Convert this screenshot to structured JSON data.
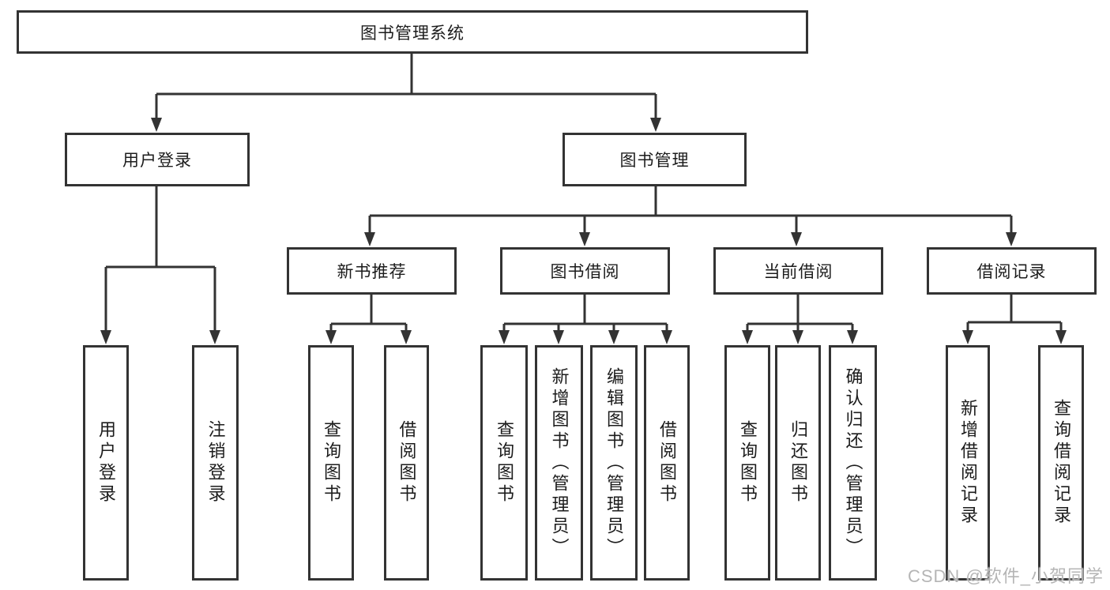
{
  "diagram": {
    "root": {
      "label": "图书管理系统"
    },
    "level2": [
      {
        "label": "用户登录"
      },
      {
        "label": "图书管理"
      }
    ],
    "level3": [
      {
        "label": "新书推荐"
      },
      {
        "label": "图书借阅"
      },
      {
        "label": "当前借阅"
      },
      {
        "label": "借阅记录"
      }
    ],
    "leaves": {
      "user_login": [
        {
          "label": "用户登录"
        },
        {
          "label": "注销登录"
        }
      ],
      "new_book_recommend": [
        {
          "label": "查询图书"
        },
        {
          "label": "借阅图书"
        }
      ],
      "book_borrow": [
        {
          "label": "查询图书"
        },
        {
          "label": "新增图书（管理员）"
        },
        {
          "label": "编辑图书（管理员）"
        },
        {
          "label": "借阅图书"
        }
      ],
      "current_borrow": [
        {
          "label": "查询图书"
        },
        {
          "label": "归还图书"
        },
        {
          "label": "确认归还（管理员）"
        }
      ],
      "borrow_record": [
        {
          "label": "新增借阅记录"
        },
        {
          "label": "查询借阅记录"
        }
      ]
    },
    "colors": {
      "line": "#333333",
      "box_border": "#333333",
      "box_fill": "#ffffff",
      "text": "#1c1c1c",
      "watermark": "#b5b5b5"
    }
  },
  "watermark": {
    "text": "CSDN @软件_小贺同学"
  }
}
